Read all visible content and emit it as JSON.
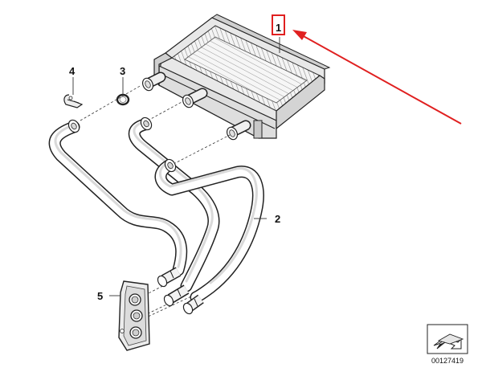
{
  "callouts": {
    "part_1": "1",
    "part_2": "2",
    "part_3": "3",
    "part_4": "4",
    "part_5": "5"
  },
  "reference_number": "00127419",
  "colors": {
    "highlight": "#e02020",
    "line": "#222222",
    "background": "#ffffff"
  },
  "icons": {
    "view_direction": "view-direction-arrow-icon"
  }
}
